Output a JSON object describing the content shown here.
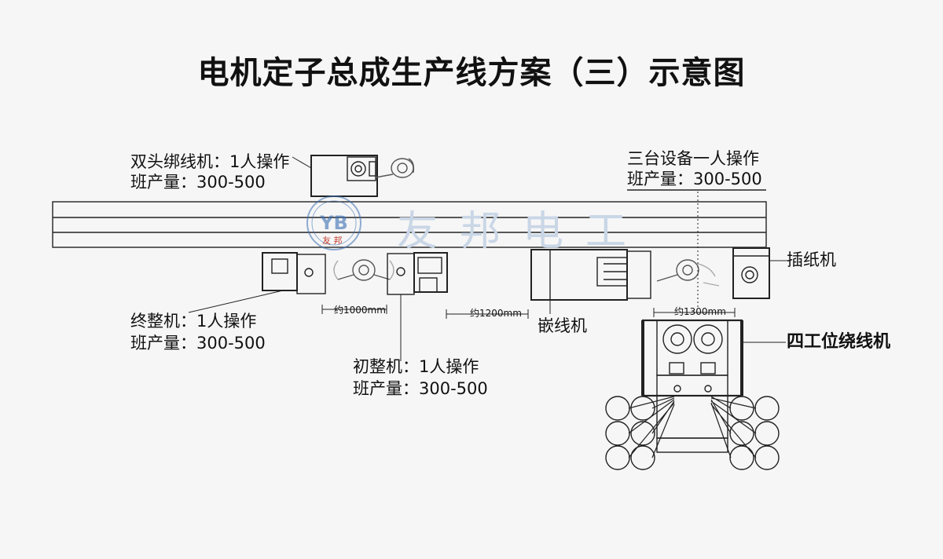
{
  "title": "电机定子总成生产线方案（三）示意图",
  "watermark": {
    "text": "友邦电工",
    "logo_text": "友 邦",
    "logo_mark": "YB"
  },
  "stations": [
    {
      "id": "binding",
      "name": "双头绑线机：1人操作",
      "output": "班产量：300-500"
    },
    {
      "id": "three",
      "name": "三台设备一人操作",
      "output": "班产量：300-500"
    },
    {
      "id": "final",
      "name": "终整机：1人操作",
      "output": "班产量：300-500"
    },
    {
      "id": "initial",
      "name": "初整机：1人操作",
      "output": "班产量：300-500"
    },
    {
      "id": "insert",
      "name": "嵌线机"
    },
    {
      "id": "paper",
      "name": "插纸机"
    },
    {
      "id": "winding",
      "name": "四工位绕线机"
    }
  ],
  "dimensions": [
    {
      "label": "约1000mm"
    },
    {
      "label": "约1200mm"
    },
    {
      "label": "约1300mm"
    }
  ],
  "colors": {
    "line": "#222222",
    "watermark": "#c9d6e6",
    "logo": "#3a6fb3"
  }
}
